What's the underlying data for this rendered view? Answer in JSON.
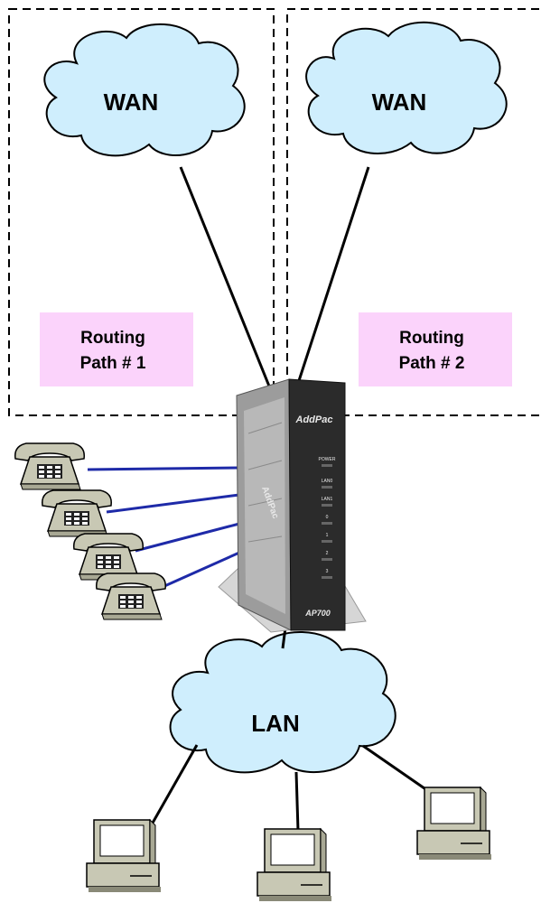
{
  "clouds": {
    "wan_left": "WAN",
    "wan_right": "WAN",
    "lan": "LAN"
  },
  "routing": {
    "path1_line1": "Routing",
    "path1_line2": "Path # 1",
    "path2_line1": "Routing",
    "path2_line2": "Path # 2"
  },
  "device": {
    "brand": "AddPac",
    "side_brand": "AddPac",
    "model": "AP700",
    "led_power": "POWER",
    "led_lan0": "LAN0",
    "led_lan1": "LAN1",
    "led_0": "0",
    "led_1": "1",
    "led_2": "2",
    "led_3": "3"
  },
  "colors": {
    "cloud_fill": "#cfeefd",
    "routing_box": "#fbd3fb",
    "phone_line": "#1e2aa8",
    "link_line": "#000000",
    "device_body": "#2b2b2b"
  }
}
